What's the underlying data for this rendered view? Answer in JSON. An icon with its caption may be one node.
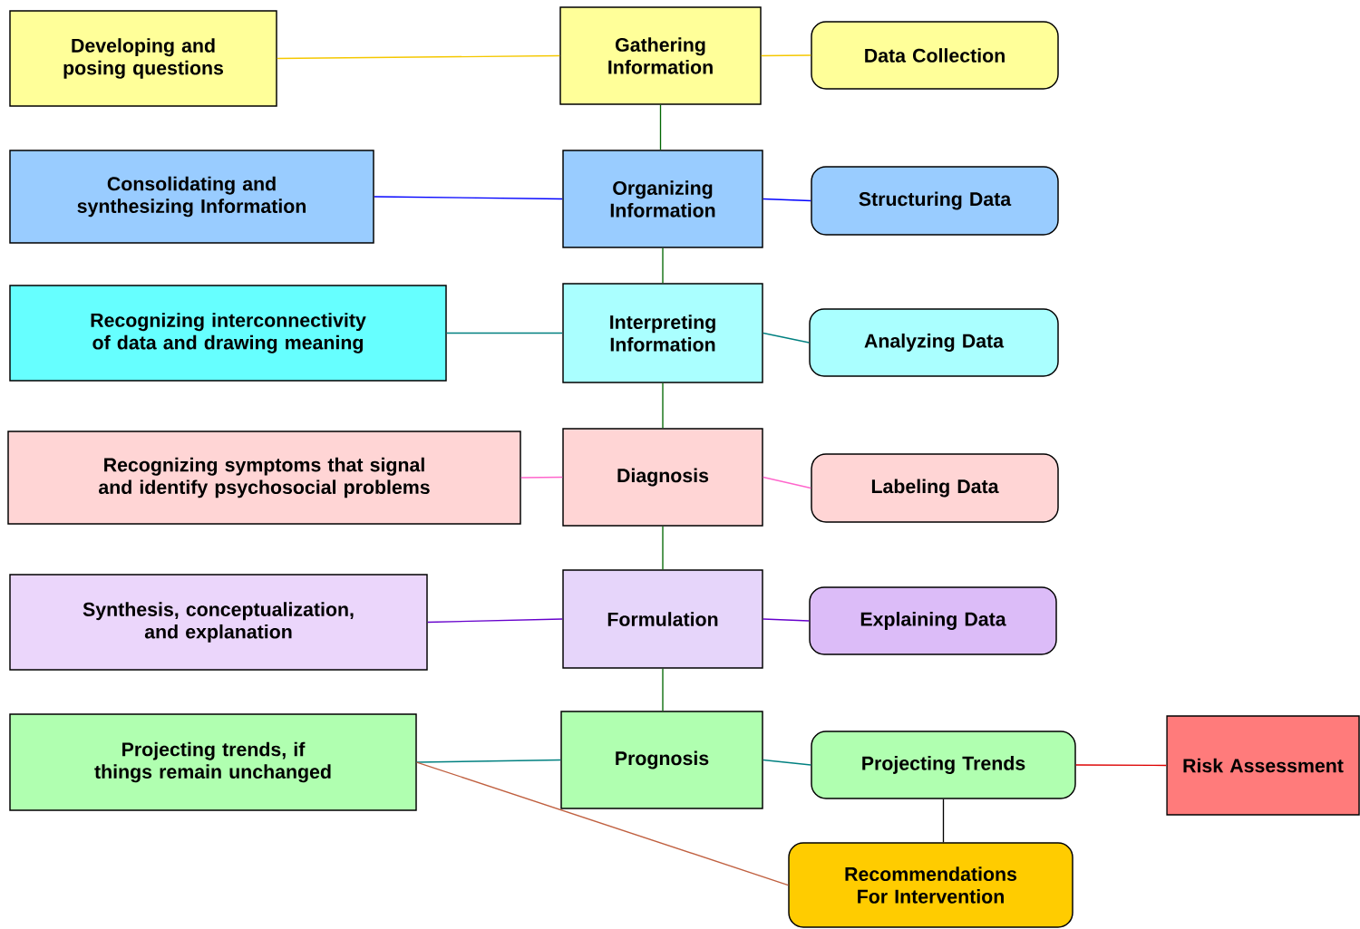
{
  "diagram": {
    "nodes": [
      {
        "text": [
          "Developing and posing questions"
        ]
      },
      {
        "text": [
          "Gathering Information"
        ]
      },
      {
        "text": [
          "Data Collection"
        ]
      },
      {
        "text": [
          "Consolidating and synthesizing Information"
        ]
      },
      {
        "text": [
          "Organizing Information"
        ]
      },
      {
        "text": [
          "Structuring Data"
        ]
      },
      {
        "text": [
          "Recognizing interconnectivity of data and drawing meaning"
        ]
      },
      {
        "text": [
          "Interpreting Information"
        ]
      },
      {
        "text": [
          "Analyzing Data"
        ]
      },
      {
        "text": [
          "Recognizing symptoms that signal and identify psychosocial problems"
        ]
      },
      {
        "text": [
          "Diagnosis"
        ]
      },
      {
        "text": [
          "Labeling Data"
        ]
      },
      {
        "text": [
          "Synthesis, conceptualization, and explanation"
        ]
      },
      {
        "text": [
          "Formulation"
        ]
      },
      {
        "text": [
          "Explaining Data"
        ]
      },
      {
        "text": [
          "Projecting trends, if things remain unchanged"
        ]
      },
      {
        "text": [
          "Prognosis"
        ]
      },
      {
        "text": [
          "Projecting Trends"
        ]
      },
      {
        "text": [
          "Risk Assessment"
        ]
      },
      {
        "text": [
          "Recommendations For Intervention"
        ]
      }
    ],
    "edges": [
      {
        "from": 0,
        "to": 1,
        "arrow": "none",
        "color": "#f5c800"
      },
      {
        "from": 1,
        "to": 2,
        "arrow": "none",
        "color": "#f5c800"
      },
      {
        "from": 3,
        "to": 4,
        "arrow": "none",
        "color": "#0000ff"
      },
      {
        "from": 4,
        "to": 5,
        "arrow": "none",
        "color": "#0000ff"
      },
      {
        "from": 6,
        "to": 7,
        "arrow": "none",
        "color": "#008080"
      },
      {
        "from": 7,
        "to": 8,
        "arrow": "none",
        "color": "#008080"
      },
      {
        "from": 9,
        "to": 10,
        "arrow": "none",
        "color": "#ff66cc"
      },
      {
        "from": 10,
        "to": 11,
        "arrow": "none",
        "color": "#ff66cc"
      },
      {
        "from": 12,
        "to": 13,
        "arrow": "none",
        "color": "#6600cc"
      },
      {
        "from": 13,
        "to": 14,
        "arrow": "none",
        "color": "#6600cc"
      },
      {
        "from": 15,
        "to": 16,
        "arrow": "none",
        "color": "#008080"
      },
      {
        "from": 16,
        "to": 17,
        "arrow": "none",
        "color": "#008080"
      },
      {
        "from": 17,
        "to": 18,
        "arrow": "none",
        "color": "#dd0000"
      },
      {
        "from": 1,
        "to": 4,
        "arrow": "none",
        "color": "#006600"
      },
      {
        "from": 4,
        "to": 7,
        "arrow": "none",
        "color": "#006600"
      },
      {
        "from": 7,
        "to": 10,
        "arrow": "none",
        "color": "#006600"
      },
      {
        "from": 10,
        "to": 13,
        "arrow": "none",
        "color": "#006600"
      },
      {
        "from": 13,
        "to": 16,
        "arrow": "none",
        "color": "#006600"
      },
      {
        "from": 17,
        "to": 19,
        "arrow": "none",
        "color": "#000000"
      },
      {
        "from": 15,
        "to": 19,
        "arrow": "none",
        "color": "#c06040"
      }
    ]
  }
}
